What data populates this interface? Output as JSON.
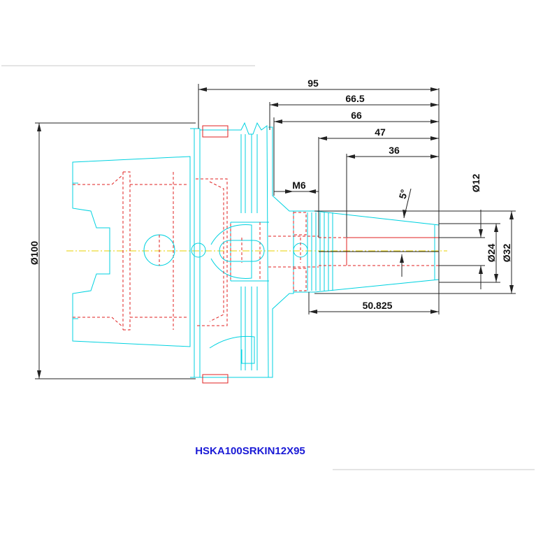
{
  "part": {
    "name": "HSKA100SRKIN12X95"
  },
  "dimensions": {
    "length_total": "95",
    "length_66_5": "66.5",
    "length_66": "66",
    "length_47": "47",
    "length_36": "36",
    "length_50_825": "50.825",
    "thread": "M6",
    "angle": "5°",
    "dia_100": "Ø100",
    "dia_12": "Ø12",
    "dia_24": "Ø24",
    "dia_32": "Ø32"
  },
  "colors": {
    "outline": "#00d2e0",
    "hidden": "#e02020",
    "dimension": "#222222",
    "centerline": "#e8d200",
    "label": "#1a1ad6"
  }
}
